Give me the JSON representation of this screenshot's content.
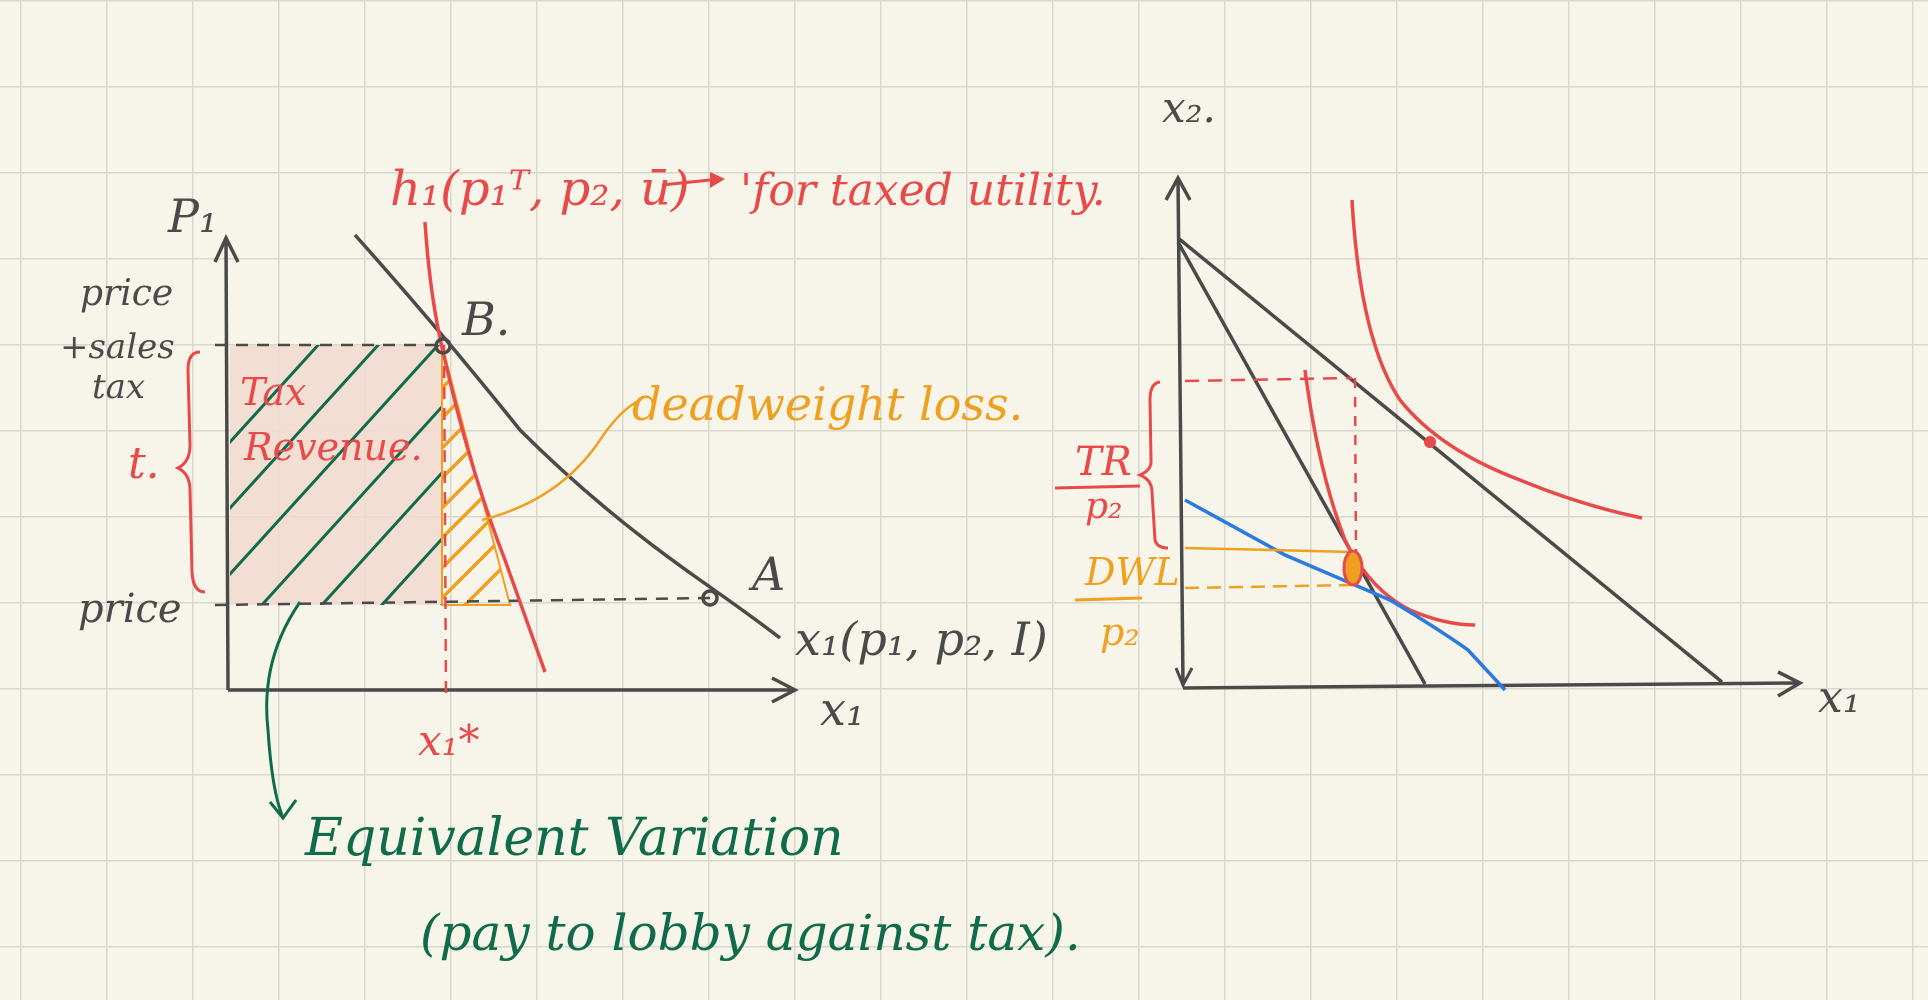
{
  "left_diagram": {
    "axis_y_label": "P₁",
    "axis_x_label": "x₁",
    "price_tax_label_lines": [
      "price",
      "+sales",
      "tax"
    ],
    "price_label": "price",
    "tax_bracket_label": "t.",
    "tax_revenue_lines": [
      "Tax",
      "Revenue."
    ],
    "point_b_label": "B.",
    "point_a_label": "A",
    "hicksian_label": "h₁(p₁ᵀ, p₂, ū)",
    "hicksian_note": "'for taxed utility.",
    "marshallian_label": "x₁(p₁, p₂, I)",
    "dwl_label": "deadweight loss.",
    "x_star_label": "x₁*",
    "ev_label": "Equivalent Variation",
    "ev_sub_label": "(pay to lobby against tax)."
  },
  "right_diagram": {
    "axis_y_label": "x₂.",
    "axis_x_label": "x₁",
    "tr_numerator": "TR",
    "tr_denominator": "p₂",
    "dwl_numerator": "DWL",
    "dwl_denominator": "p₂"
  },
  "colors": {
    "background": "#f7f5ea",
    "grid": "#d7d8ce",
    "axis": "#4a4a4a",
    "red": "#e84a4a",
    "orange": "#f0a020",
    "green": "#0f6b4a",
    "blue": "#2a7ae0",
    "tax_fill": "#f2d9cf"
  }
}
